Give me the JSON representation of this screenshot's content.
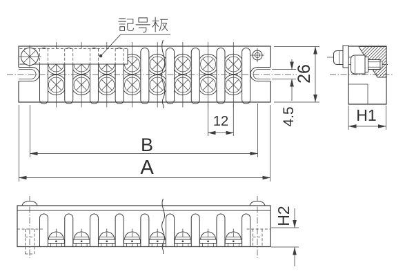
{
  "annotations": {
    "marking_plate_label": "記号板"
  },
  "dimensions": {
    "terminal_pitch": "12",
    "block_depth": "26",
    "mounting_slot_width": "4.5",
    "overall_length": "A",
    "mounting_pitch": "B",
    "side_width": "H1",
    "base_height": "H2"
  },
  "colors": {
    "line": "#3d3d3d",
    "text": "#2e2e2e",
    "background": "#ffffff"
  }
}
